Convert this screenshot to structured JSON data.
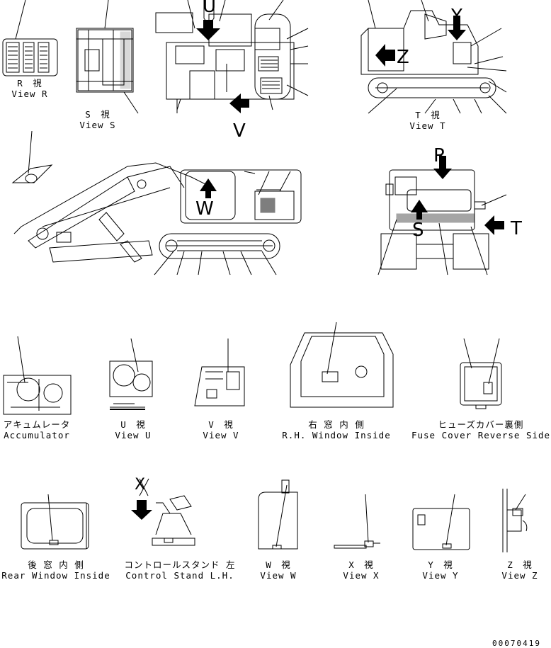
{
  "views": {
    "r": {
      "jp": "R　視",
      "en": "View R"
    },
    "s": {
      "jp": "S　視",
      "en": "View S"
    },
    "t": {
      "jp": "T　視",
      "en": "View T"
    },
    "accumulator": {
      "jp": "アキュムレータ",
      "en": "Accumulator"
    },
    "u": {
      "jp": "U　視",
      "en": "View U"
    },
    "v": {
      "jp": "V　視",
      "en": "View V"
    },
    "rh_window": {
      "jp": "右 窓 内 側",
      "en": "R.H. Window Inside"
    },
    "fuse_cover": {
      "jp": "ヒューズカバー裏側",
      "en": "Fuse Cover Reverse Side"
    },
    "rear_window": {
      "jp": "後 窓 内 側",
      "en": "Rear Window Inside"
    },
    "control_stand": {
      "jp": "コントロールスタンド 左",
      "en": "Control Stand L.H."
    },
    "w": {
      "jp": "W　視",
      "en": "View W"
    },
    "x": {
      "jp": "X　視",
      "en": "View X"
    },
    "y": {
      "jp": "Y　視",
      "en": "View Y"
    },
    "z": {
      "jp": "Z　視",
      "en": "View Z"
    }
  },
  "letters": {
    "U": "U",
    "V": "V",
    "Y": "Y",
    "Z": "Z",
    "W": "W",
    "R": "R",
    "S": "S",
    "T": "T",
    "X": "X"
  },
  "drawing_code": "00070419"
}
